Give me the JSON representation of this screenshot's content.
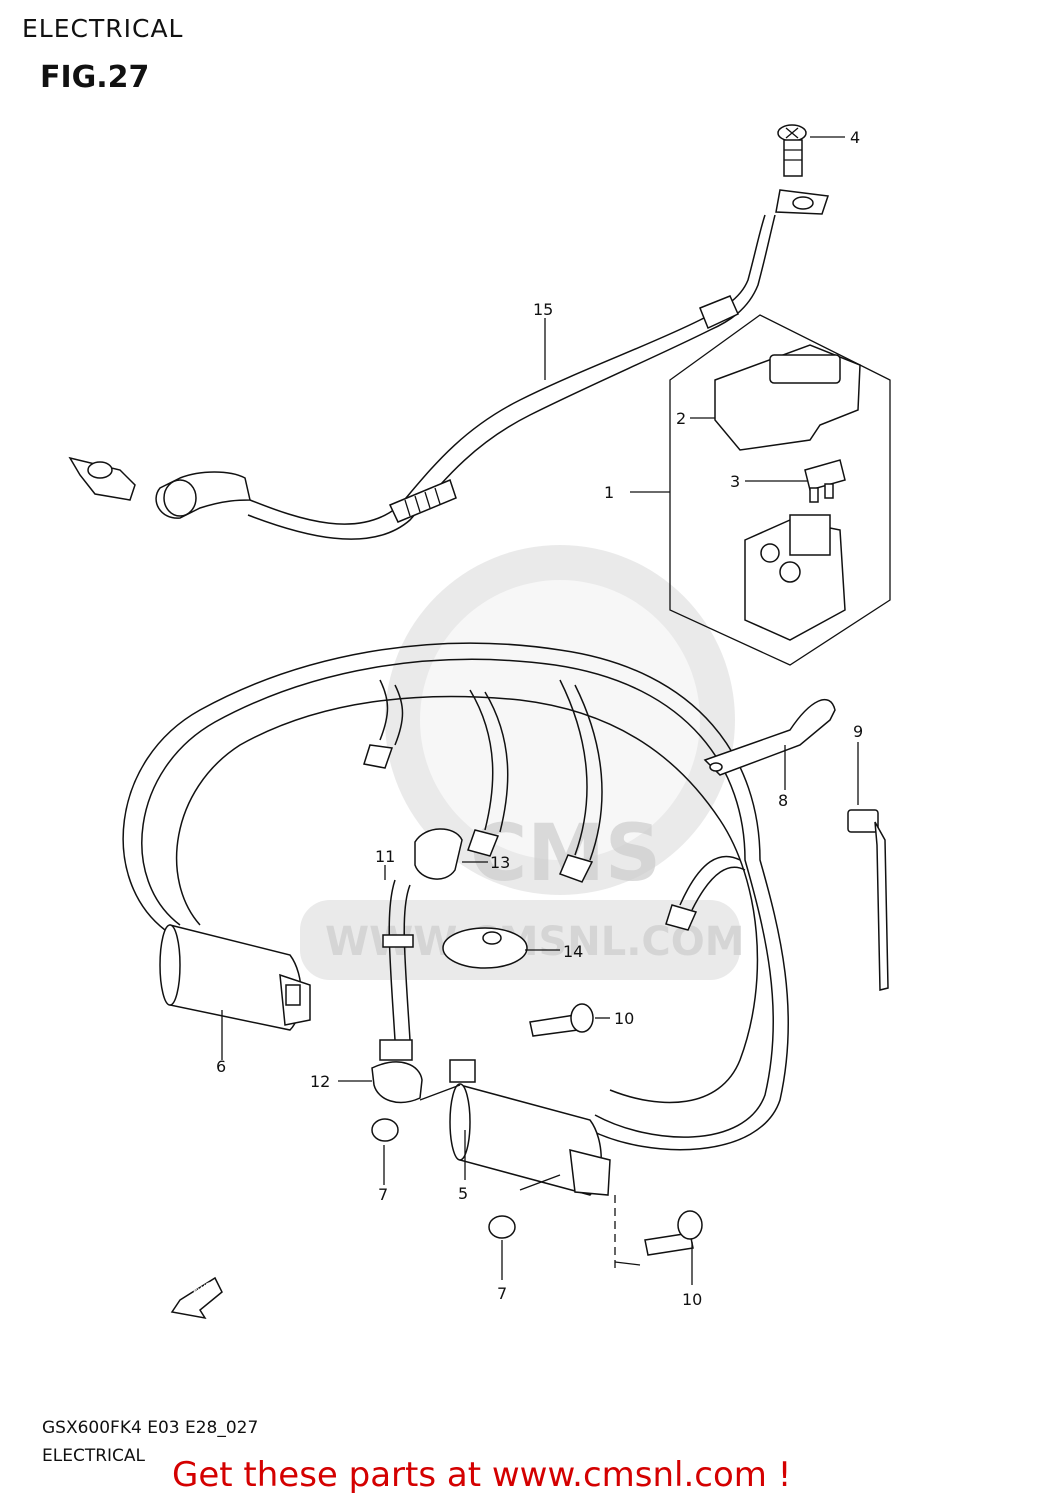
{
  "header": {
    "section": "ELECTRICAL",
    "figure": "FIG.27"
  },
  "watermark": {
    "logo_text": "CMS",
    "url_text": "WWW.CMSNL.COM"
  },
  "callouts": [
    "1",
    "2",
    "3",
    "4",
    "5",
    "6",
    "7",
    "7",
    "8",
    "9",
    "10",
    "10",
    "11",
    "12",
    "13",
    "14",
    "15"
  ],
  "fwd_marker": "FWD",
  "footer": {
    "code": "GSX600FK4 E03 E28_027",
    "title": "ELECTRICAL"
  },
  "promo": "Get these parts at www.cmsnl.com !",
  "colors": {
    "promo": "#d40000",
    "linework": "#111111",
    "watermark": "#d9d9d9"
  }
}
